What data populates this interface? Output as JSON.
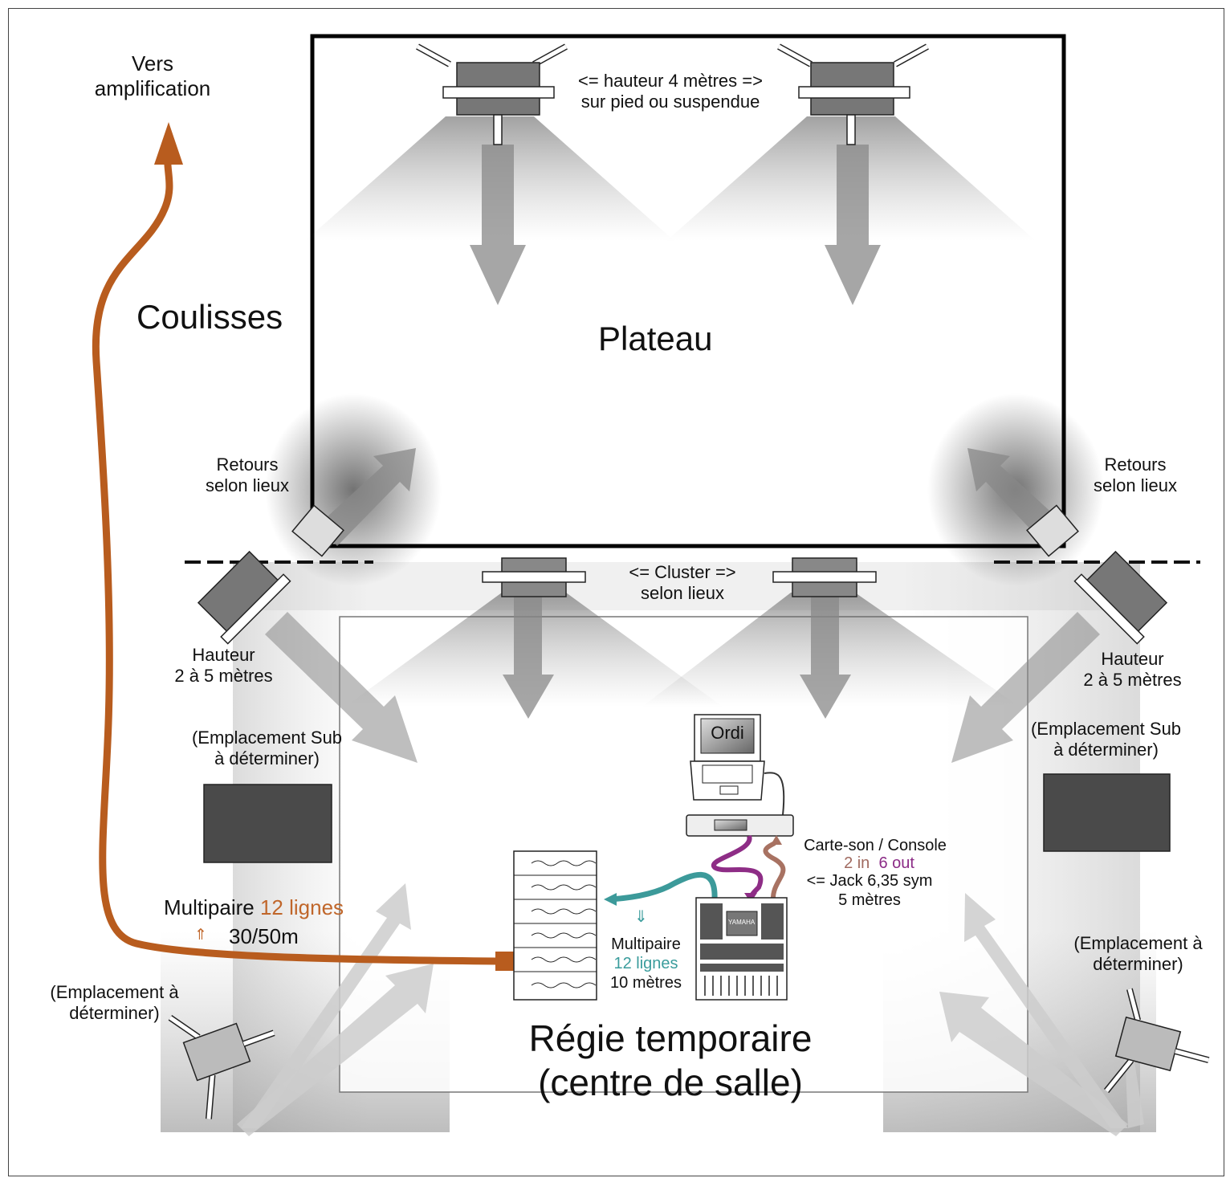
{
  "labels": {
    "vers_amplification": [
      "Vers",
      "amplification"
    ],
    "coulisses": "Coulisses",
    "plateau": "Plateau",
    "hauteur_4m": [
      "<= hauteur 4 mètres =>",
      "sur pied ou suspendue"
    ],
    "retours_left": [
      "Retours",
      "selon lieux"
    ],
    "retours_right": [
      "Retours",
      "selon lieux"
    ],
    "cluster": [
      "<= Cluster =>",
      "selon lieux"
    ],
    "hauteur_left": [
      "Hauteur",
      "2 à 5 mètres"
    ],
    "hauteur_right": [
      "Hauteur",
      "2 à 5 mètres"
    ],
    "sub_left": [
      "(Emplacement Sub",
      "à déterminer)"
    ],
    "sub_right": [
      "(Emplacement Sub",
      "à déterminer)"
    ],
    "ordi": "Ordi",
    "carte_son": "Carte-son / Console",
    "in_count": "2 in",
    "out_count": "6 out",
    "jack": [
      "<= Jack 6,35 sym",
      "5 mètres"
    ],
    "multipaire_main": "Multipaire",
    "multipaire_main_lines": "12 lignes",
    "length_main": "30/50m",
    "multipaire_small": [
      "Multipaire",
      "12 lignes",
      "10 mètres"
    ],
    "emplacement_left": [
      "(Emplacement à",
      "déterminer)"
    ],
    "emplacement_right": [
      "(Emplacement à",
      "déterminer)"
    ],
    "regie": [
      "Régie temporaire",
      "(centre de salle)"
    ],
    "console_brand": "YAMAHA"
  },
  "colors": {
    "orange_cable": "#b85c1e",
    "teal_cable": "#3c9a9a",
    "purple_cable": "#8e2d86",
    "brown_cable": "#a87262",
    "orange_text": "#c0662a",
    "teal_text": "#3a9c9c",
    "purple_text": "#8b2b86",
    "brown_text": "#a06a60"
  },
  "icons": [
    "speaker-icon",
    "subwoofer-icon",
    "laptop-icon",
    "soundcard-icon",
    "mixing-console-icon",
    "rack-icon"
  ]
}
